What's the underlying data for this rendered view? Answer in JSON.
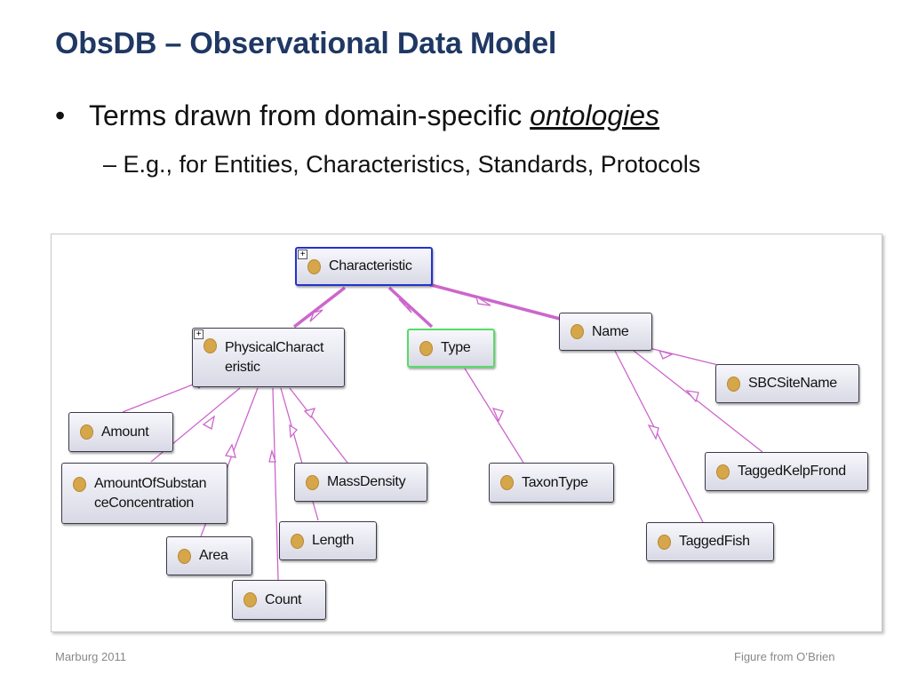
{
  "slide": {
    "title": "ObsDB – Observational Data Model",
    "bullet1_text": "Terms drawn from domain-specific ",
    "bullet1_emph": "ontologies",
    "bullet2_text": "– E.g., for Entities, Characteristics, Standards, Protocols"
  },
  "diagram": {
    "expand_glyph": "+",
    "nodes": {
      "characteristic": "Characteristic",
      "physical_characteristic": "PhysicalCharact eristic",
      "type": "Type",
      "name": "Name",
      "amount": "Amount",
      "amount_of_substance": "AmountOfSubstan ceConcentration",
      "area": "Area",
      "count": "Count",
      "length": "Length",
      "mass_density": "MassDensity",
      "taxon_type": "TaxonType",
      "sbc_site_name": "SBCSiteName",
      "tagged_kelp_frond": "TaggedKelpFrond",
      "tagged_fish": "TaggedFish"
    },
    "colors": {
      "edge": "#cc66cc",
      "class_icon": "#d6a64a",
      "selected_border": "#2233cc",
      "type_border": "#55dd66"
    },
    "icon": "class-icon"
  },
  "footer": {
    "left": "Marburg 2011",
    "right": "Figure from O’Brien"
  }
}
